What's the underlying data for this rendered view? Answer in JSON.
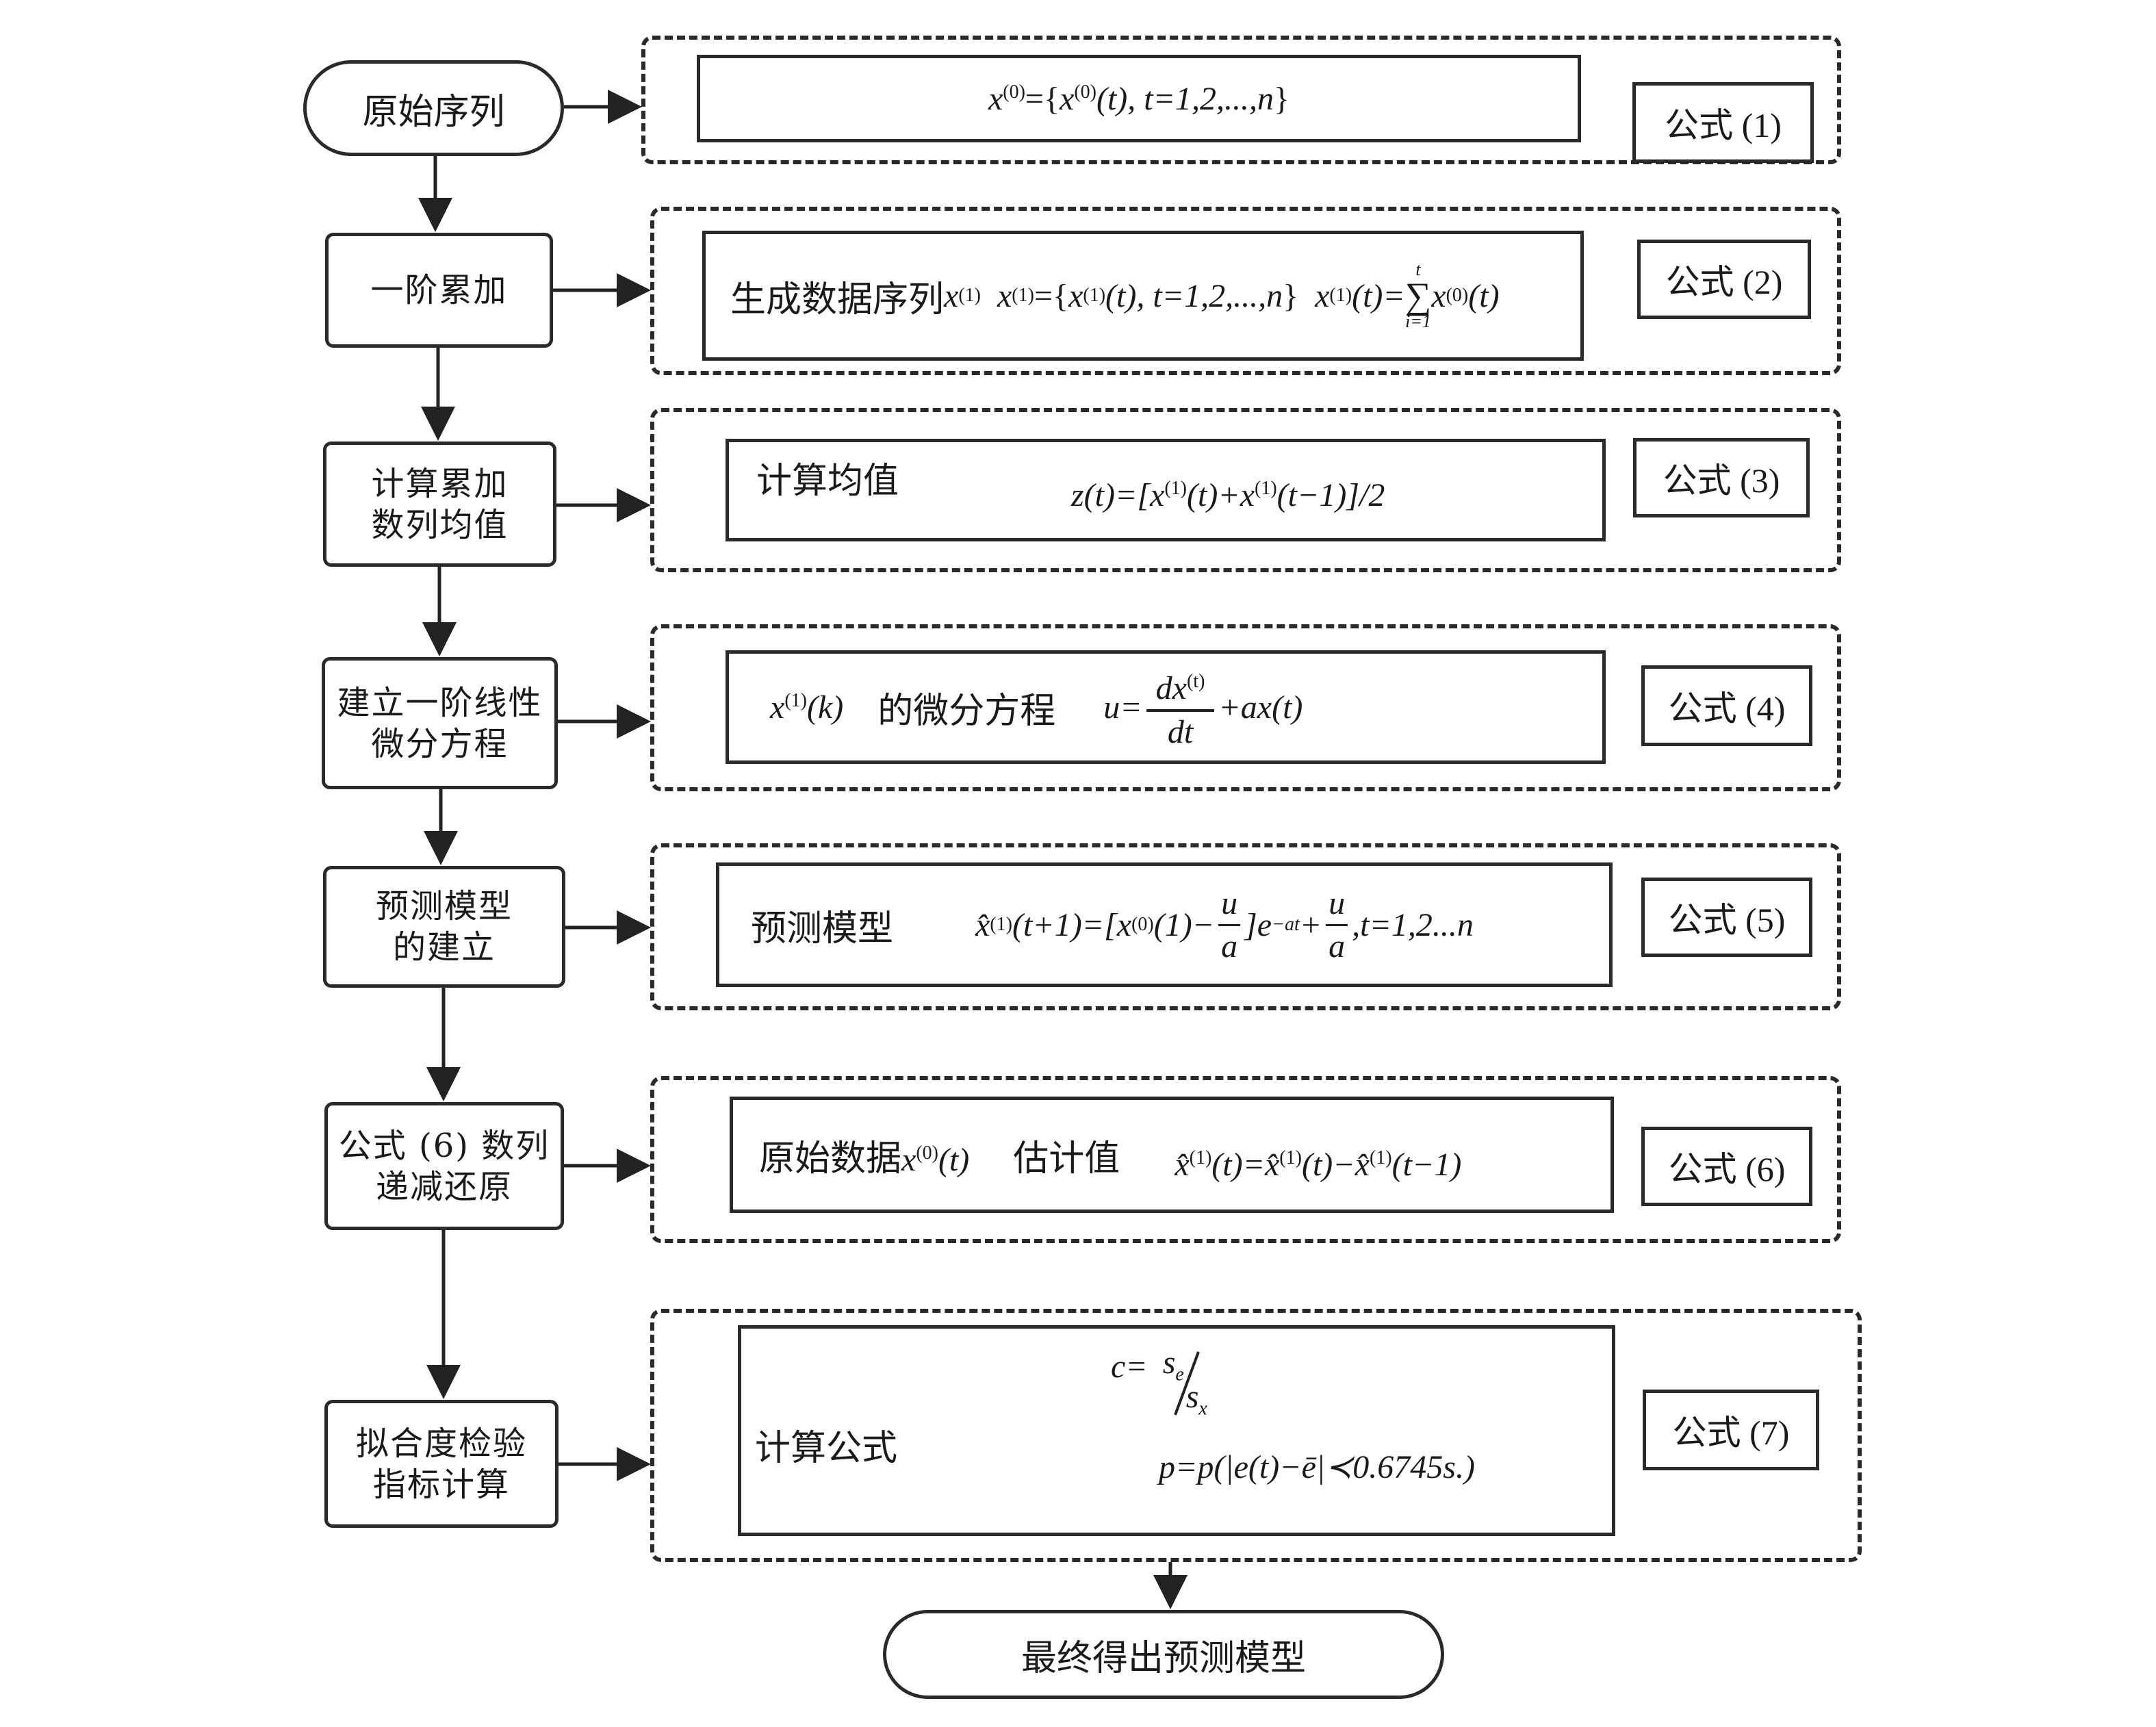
{
  "diagram": {
    "start": {
      "label": "原始序列"
    },
    "end": {
      "label": "最终得出预测模型"
    },
    "steps": [
      {
        "id": "step1",
        "lines": [
          "一阶累加"
        ]
      },
      {
        "id": "step2",
        "lines": [
          "计算累加",
          "数列均值"
        ]
      },
      {
        "id": "step3",
        "lines": [
          "建立一阶线性",
          "微分方程"
        ]
      },
      {
        "id": "step4",
        "lines": [
          "预测模型",
          "的建立"
        ]
      },
      {
        "id": "step5",
        "lines": [
          "公式 (6) 数列",
          "递减还原"
        ]
      },
      {
        "id": "step6",
        "lines": [
          "拟合度检验",
          "指标计算"
        ]
      }
    ],
    "formula_panels": [
      {
        "tag": "公式 (1)",
        "label": "",
        "formula": "x⁽⁰⁾={x⁽⁰⁾(t), t=1,2,...,n}"
      },
      {
        "tag": "公式 (2)",
        "label": "生成数据序列x⁽¹⁾",
        "formula": "x⁽¹⁾={x⁽¹⁾(t), t=1,2,...,n}  x⁽¹⁾(t)=Σ_{i=1}^{t} x⁽⁰⁾(t)"
      },
      {
        "tag": "公式 (3)",
        "label": "计算均值",
        "formula": "z(t)=[x⁽¹⁾(t)+x⁽¹⁾(t−1)]/2"
      },
      {
        "tag": "公式 (4)",
        "label": "x⁽¹⁾(k)  的微分方程",
        "formula": "u= dx⁽ᵗ⁾/dt +ax(t)"
      },
      {
        "tag": "公式 (5)",
        "label": "预测模型",
        "formula": "x̂⁽¹⁾(t+1)=[x⁽⁰⁾(1)−u/a]e^{−at}+u/a,t=1,2...n"
      },
      {
        "tag": "公式 (6)",
        "label": "原始数据x⁽⁰⁾(t)   估计值",
        "formula": "x̂⁽¹⁾(t)=x̂⁽¹⁾(t)−x̂⁽¹⁾(t−1)"
      },
      {
        "tag": "公式 (7)",
        "label": "计算公式",
        "formula": "c= s_e/s_x ; p=p(|e(t)−ē|<0.6745s.)"
      }
    ],
    "math_parts": {
      "f1": {
        "x": "x",
        "sup0": "(0)",
        "eq": "={",
        "x2": "x",
        "sup0b": "(0)",
        "rest": "(t), t=1,2,...,",
        "n": "n",
        "close": "}"
      },
      "f2": {
        "label_cn": "生成数据序列",
        "x": "x",
        "sup1": "(1)",
        "set": "={",
        "set_rest": "(t), t=1,2,...,",
        "n": "n",
        "close": "}",
        "sum_eq": "(t)=",
        "sum": "∑",
        "sum_top": "t",
        "sum_bot": "i=1",
        "sup0": "(0)",
        "tail": "(t)"
      },
      "f3": {
        "label_cn": "计算均值",
        "formula": "z(t)=[x",
        "sup1": "(1)",
        "mid": "(t)+x",
        "end": "(t−1)]/2"
      },
      "f4": {
        "x": "x",
        "sup1": "(1)",
        "k": "(k)",
        "label_cn": "的微分方程",
        "u": "u=",
        "num": "dx",
        "num_sup": "(t)",
        "den": "dt",
        "tail": "+ax(t)"
      },
      "f5": {
        "label_cn": "预测模型",
        "xhat": "x̂",
        "sup1": "(1)",
        "a": "(t+1)=[x",
        "sup0": "(0)",
        "b": "(1)−",
        "u": "u",
        "den": "a",
        "c": "]e",
        "exp": "−at",
        "d": "+",
        "e": ",t=1,2...n"
      },
      "f6": {
        "label_cn": "原始数据",
        "x": "x",
        "sup0": "(0)",
        "t": "(t)",
        "label_cn2": "估计值",
        "xhat": "x̂",
        "sup1": "(1)",
        "a": "(t)=",
        "b": "(t)−",
        "c": "(t−1)"
      },
      "f7": {
        "label_cn": "计算公式",
        "c": "c=",
        "s_num": "s",
        "sub_e": "e",
        "s_den": "s",
        "sub_x": "x",
        "p": "p=p(|e(t)−ē|≺0.6745s.)"
      }
    }
  }
}
